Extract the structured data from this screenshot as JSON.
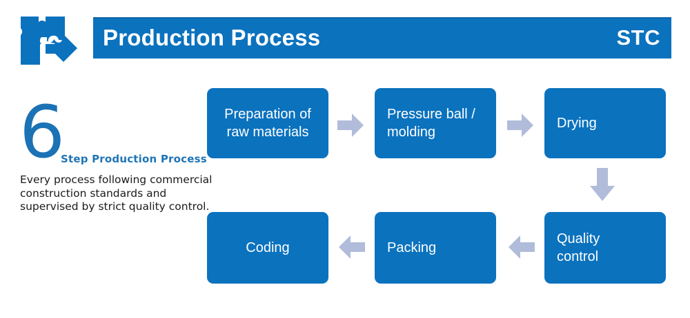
{
  "header": {
    "title": "Production Process",
    "brand": "STC",
    "logo_icon": "puzzle-pieces-icon",
    "bar_color": "#0b72be",
    "text_color": "#ffffff"
  },
  "intro": {
    "number": "6",
    "step_label": "Step Production Process",
    "body": "Every process following commercial construction standards and supervised by strict quality control.",
    "number_color": "#1b72b5",
    "label_color": "#1f74b6",
    "body_color": "#1a1a1a"
  },
  "flow": {
    "box_color": "#0b72be",
    "box_text_color": "#ffffff",
    "arrow_color": "#b0bcd9",
    "steps": [
      {
        "index": 1,
        "label": "Preparation of\nraw materials",
        "align": "center"
      },
      {
        "index": 2,
        "label": "Pressure ball /\nmolding",
        "align": "left"
      },
      {
        "index": 3,
        "label": "Drying",
        "align": "left"
      },
      {
        "index": 4,
        "label": "Quality\ncontrol",
        "align": "left"
      },
      {
        "index": 5,
        "label": "Packing",
        "align": "left"
      },
      {
        "index": 6,
        "label": "Coding",
        "align": "center"
      }
    ],
    "connectors": [
      {
        "from": "Preparation of raw materials",
        "to": "Pressure ball / molding",
        "direction": "right"
      },
      {
        "from": "Pressure ball / molding",
        "to": "Drying",
        "direction": "right"
      },
      {
        "from": "Drying",
        "to": "Quality control",
        "direction": "down"
      },
      {
        "from": "Quality control",
        "to": "Packing",
        "direction": "left"
      },
      {
        "from": "Packing",
        "to": "Coding",
        "direction": "left"
      }
    ]
  }
}
